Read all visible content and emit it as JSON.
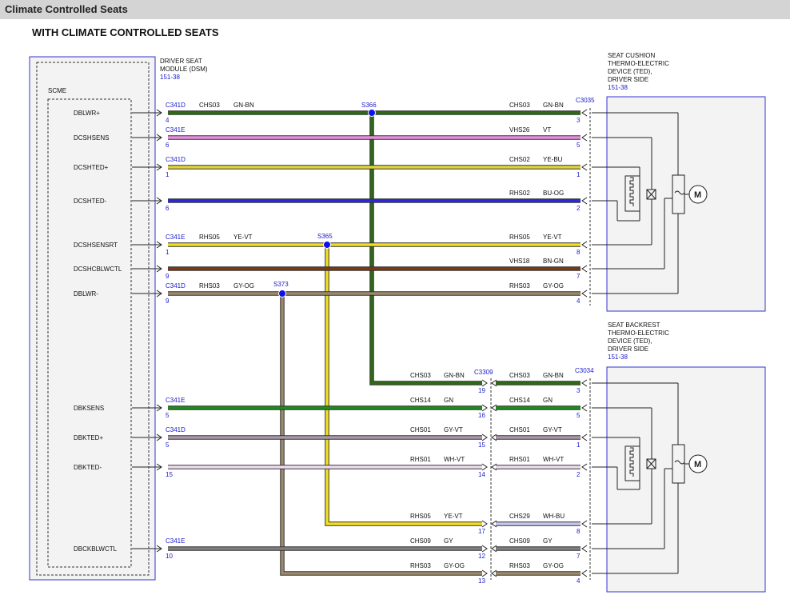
{
  "window": {
    "title": "Climate Controlled Seats"
  },
  "diagram": {
    "subtitle": "WITH CLIMATE CONTROLLED SEATS",
    "module": {
      "name_lines": [
        "DRIVER SEAT",
        "MODULE (DSM)"
      ],
      "ref": "151-38",
      "inner_label": "SCME"
    },
    "device_top": {
      "name_lines": [
        "SEAT CUSHION",
        "THERMO-ELECTRIC",
        "DEVICE (TED),",
        "DRIVER SIDE"
      ],
      "ref": "151-38",
      "connector": "C3035"
    },
    "device_bottom": {
      "name_lines": [
        "SEAT BACKREST",
        "THERMO-ELECTRIC",
        "DEVICE (TED),",
        "DRIVER SIDE"
      ],
      "ref": "151-38",
      "connector": "C3034"
    },
    "inline_connector": "C3309",
    "motor_symbol": "M",
    "splices": {
      "s366": "S366",
      "s365": "S365",
      "s373": "S373"
    },
    "top_wires": [
      {
        "name": "DBLWR+",
        "conn": "C341D",
        "pin": "4",
        "circ_l": "CHS03",
        "col_l": "GN-BN",
        "circ_r": "CHS03",
        "col_r": "GN-BN",
        "pin_r": "3"
      },
      {
        "name": "DCSHSENS",
        "conn": "C341E",
        "pin": "6",
        "circ_l": "",
        "col_l": "",
        "circ_r": "VHS26",
        "col_r": "VT",
        "pin_r": "5"
      },
      {
        "name": "DCSHTED+",
        "conn": "C341D",
        "pin": "1",
        "circ_l": "",
        "col_l": "",
        "circ_r": "CHS02",
        "col_r": "YE-BU",
        "pin_r": "1"
      },
      {
        "name": "DCSHTED-",
        "conn": "",
        "pin": "6",
        "circ_l": "",
        "col_l": "",
        "circ_r": "RHS02",
        "col_r": "BU-OG",
        "pin_r": "2"
      },
      {
        "name": "DCSHSENSRT",
        "conn": "C341E",
        "pin": "1",
        "circ_l": "RHS05",
        "col_l": "YE-VT",
        "circ_r": "RHS05",
        "col_r": "YE-VT",
        "pin_r": "8"
      },
      {
        "name": "DCSHCBLWCTL",
        "conn": "",
        "pin": "9",
        "circ_l": "",
        "col_l": "",
        "circ_r": "VHS18",
        "col_r": "BN-GN",
        "pin_r": "7"
      },
      {
        "name": "DBLWR-",
        "conn": "C341D",
        "pin": "9",
        "circ_l": "RHS03",
        "col_l": "GY-OG",
        "circ_r": "RHS03",
        "col_r": "GY-OG",
        "pin_r": "4"
      }
    ],
    "bottom_wires": [
      {
        "name": "",
        "conn": "",
        "pin": "",
        "circ_l": "CHS03",
        "col_l": "GN-BN",
        "pin_m": "19",
        "circ_r": "CHS03",
        "col_r": "GN-BN",
        "pin_r": "3"
      },
      {
        "name": "DBKSENS",
        "conn": "C341E",
        "pin": "5",
        "circ_l": "CHS14",
        "col_l": "GN",
        "pin_m": "16",
        "circ_r": "CHS14",
        "col_r": "GN",
        "pin_r": "5"
      },
      {
        "name": "DBKTED+",
        "conn": "C341D",
        "pin": "5",
        "circ_l": "CHS01",
        "col_l": "GY-VT",
        "pin_m": "15",
        "circ_r": "CHS01",
        "col_r": "GY-VT",
        "pin_r": "1"
      },
      {
        "name": "DBKTED-",
        "conn": "",
        "pin": "15",
        "circ_l": "RHS01",
        "col_l": "WH-VT",
        "pin_m": "14",
        "circ_r": "RHS01",
        "col_r": "WH-VT",
        "pin_r": "2"
      },
      {
        "name": "",
        "conn": "",
        "pin": "",
        "circ_l": "RHS05",
        "col_l": "YE-VT",
        "pin_m": "17",
        "circ_r": "CHS29",
        "col_r": "WH-BU",
        "pin_r": "8"
      },
      {
        "name": "DBCKBLWCTL",
        "conn": "C341E",
        "pin": "10",
        "circ_l": "CHS09",
        "col_l": "GY",
        "pin_m": "12",
        "circ_r": "CHS09",
        "col_r": "GY",
        "pin_r": "7"
      },
      {
        "name": "",
        "conn": "",
        "pin": "",
        "circ_l": "RHS03",
        "col_l": "GY-OG",
        "pin_m": "13",
        "circ_r": "RHS03",
        "col_r": "GY-OG",
        "pin_r": "4"
      }
    ],
    "colors": {
      "gn_bn": "#2e6b14",
      "vt": "#e890e0",
      "ye_bu": "#e2d23a",
      "bu_og": "#2a2ad8",
      "ye_vt": "#f2e020",
      "bn_gn": "#7a3a18",
      "gy_og": "#9c8a6c",
      "gn": "#1f8a1f",
      "gy_vt": "#a89aa8",
      "wh_vt": "#f0dcf0",
      "wh_bu": "#c8c8ee",
      "gy": "#808080",
      "splice": "#1010ee",
      "box": "#3333cc"
    }
  }
}
